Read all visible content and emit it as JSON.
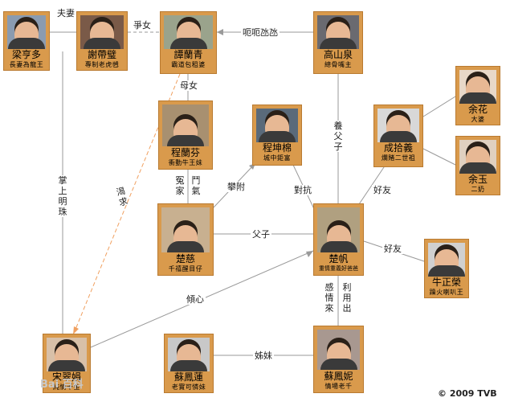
{
  "people": {
    "liang": {
      "name": "梁亨多",
      "desc": "長妻為龍王"
    },
    "xie": {
      "name": "謝帶璧",
      "desc": "專制老虎乸"
    },
    "tan": {
      "name": "譚蘭青",
      "desc": "霸道包租婆"
    },
    "gao": {
      "name": "高山泉",
      "desc": "總骨嘴主"
    },
    "cheng_lf": {
      "name": "程蘭芬",
      "desc": "衝動牛王妹"
    },
    "cheng_km": {
      "name": "程坤棉",
      "desc": "城中鉅富"
    },
    "cheng_sy": {
      "name": "成拾義",
      "desc": "爛賭二世祖"
    },
    "yu_hua": {
      "name": "余花",
      "desc": "大婆"
    },
    "yu_yu": {
      "name": "余玉",
      "desc": "二奶"
    },
    "chu_ci": {
      "name": "楚慈",
      "desc": "千禧醒目仔"
    },
    "chu_fan": {
      "name": "楚帆",
      "desc": "重情重義好爸爸"
    },
    "niu": {
      "name": "牛正榮",
      "desc": "躁火喇叭王"
    },
    "song": {
      "name": "宋翠娟",
      "desc": "純情千金"
    },
    "su_fl": {
      "name": "蘇鳳蓮",
      "desc": "老實可憐妹"
    },
    "su_fn": {
      "name": "蘇鳳妮",
      "desc": "情場老千"
    }
  },
  "relations": {
    "fuqi": "夫妻",
    "zhengnv": "爭女",
    "eee": "呃呃氹氹",
    "munv": "母女",
    "yangfuzi": "養父子",
    "yuanjia": "冤家",
    "douqi": "鬥氣",
    "panfu": "攀附",
    "duikang": "對抗",
    "haoyou1": "好友",
    "haoyou2": "好友",
    "zhangshang": "掌上明珠",
    "kewang": "渴求",
    "fuzi": "父子",
    "qingxin": "傾心",
    "ganqinglai": "感情來",
    "liyongchu": "利用出",
    "zimei": "姊妹"
  },
  "footer": {
    "copyright": "© 2009 TVB",
    "watermark": "Bai 百科"
  }
}
